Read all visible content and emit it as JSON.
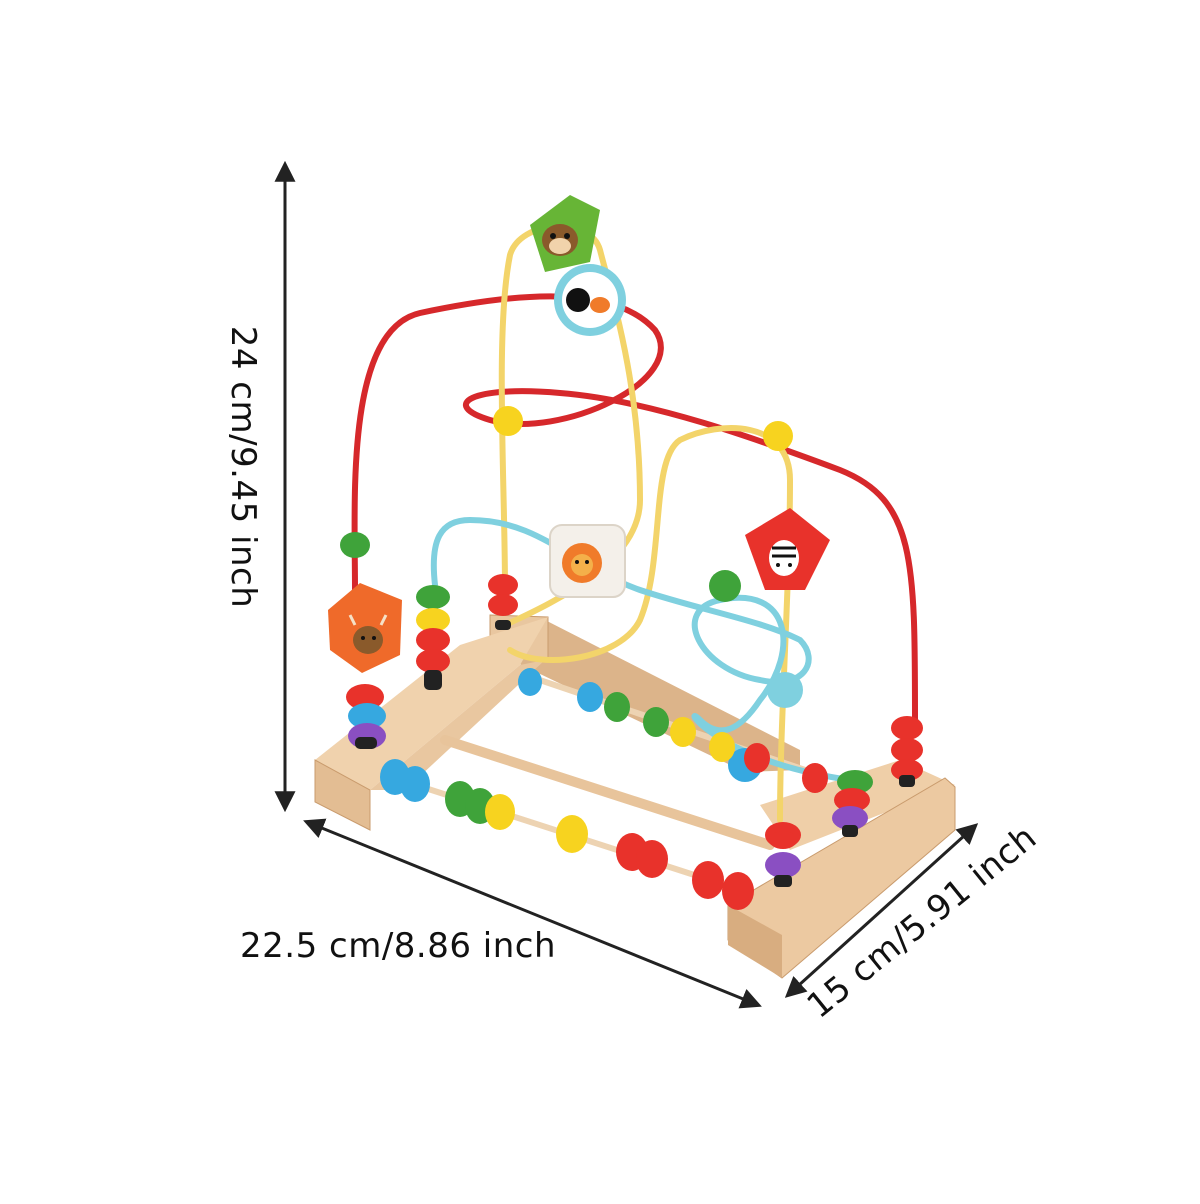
{
  "product": {
    "name": "Wooden bead maze toy",
    "colors": {
      "wood": "#e9c7a0",
      "wood_dark": "#c99b6d",
      "wire_red": "#d6282b",
      "wire_yellow": "#f3d46a",
      "wire_blue": "#7fd0df",
      "bead_red": "#e8322b",
      "bead_yellow": "#f7d31f",
      "bead_green": "#3fa33a",
      "bead_blue": "#36a8e0",
      "bead_purple": "#8a4fc2",
      "bead_orange": "#f07b2a"
    }
  },
  "dimensions": {
    "height_label": "24 cm/9.45 inch",
    "width_label": "22.5 cm/8.86 inch",
    "depth_label": "15 cm/5.91 inch"
  },
  "icons": {
    "arrow": "double-headed-arrow",
    "blocks": [
      "monkey-icon",
      "sheep-icon",
      "lion-icon",
      "zebra-icon",
      "deer-icon"
    ]
  }
}
